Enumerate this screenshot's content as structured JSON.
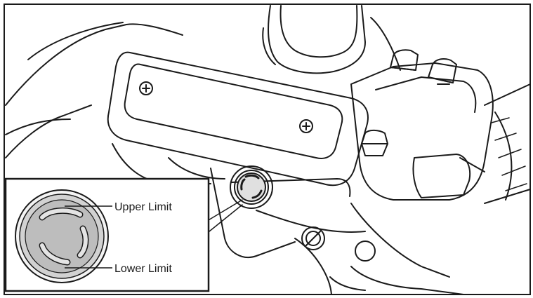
{
  "diagram": {
    "title": "Right handlebar – front brake master cylinder reservoir",
    "callout": {
      "upper_label": "Upper Limit",
      "lower_label": "Lower Limit"
    },
    "colors": {
      "line": "#1a1a1a",
      "window_fill": "#d2d2d2",
      "window_inner": "#bdbdbd",
      "background": "#ffffff"
    }
  }
}
